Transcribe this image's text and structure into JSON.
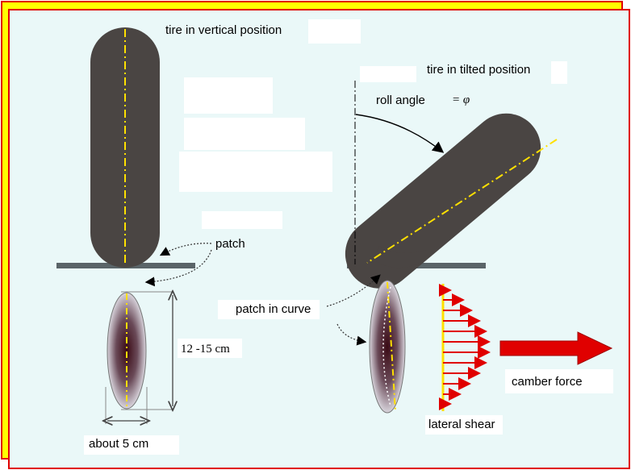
{
  "labels": {
    "tire_vertical": "tire in vertical position",
    "tire_tilted": "tire in tilted position",
    "roll_angle": "roll angle",
    "roll_angle_symbol": "= φ",
    "patch": "patch",
    "patch_in_curve": "patch in curve",
    "patch_length": "12 -15 cm",
    "patch_width": "about 5 cm",
    "camber_force": "camber force",
    "lateral_shear": "lateral shear"
  },
  "colors": {
    "tire": "#4a4543",
    "centerline": "#ffe000",
    "frame_border": "#e00000",
    "frame_back": "#ffff00",
    "panel": "#eaf8f8",
    "ground": "#5a6468",
    "force_arrow": "#e00000",
    "patch_dark": "#3a0a14"
  }
}
